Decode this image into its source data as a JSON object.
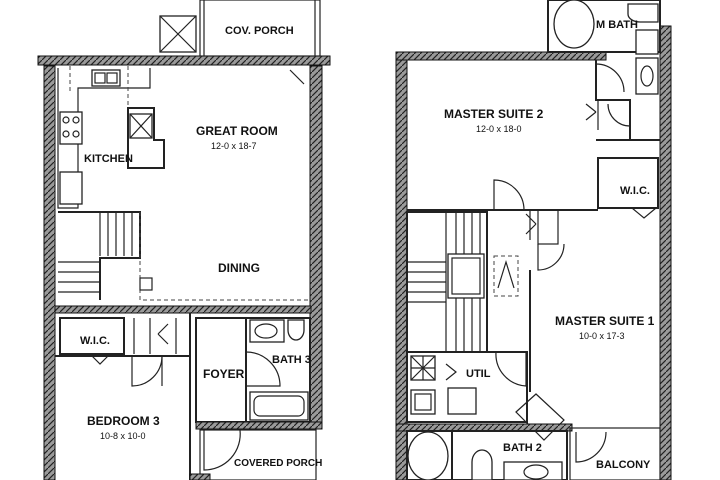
{
  "plan": {
    "ground_floor": {
      "cov_porch": "COV. PORCH",
      "great_room": {
        "name": "GREAT ROOM",
        "dims": "12-0 x 18-7"
      },
      "kitchen": "KITCHEN",
      "dining": "DINING",
      "wic": "W.I.C.",
      "foyer": "FOYER",
      "bath3": "BATH 3",
      "bedroom3": {
        "name": "BEDROOM 3",
        "dims": "10-8 x 10-0"
      },
      "covered_porch": "COVERED PORCH"
    },
    "upper_floor": {
      "m_bath": "M BATH",
      "master_suite_2": {
        "name": "MASTER SUITE 2",
        "dims": "12-0 x 18-0"
      },
      "wic": "W.I.C.",
      "master_suite_1": {
        "name": "MASTER SUITE 1",
        "dims": "10-0 x 17-3"
      },
      "util": "UTIL",
      "bath2": "BATH 2",
      "balcony": "BALCONY"
    }
  }
}
